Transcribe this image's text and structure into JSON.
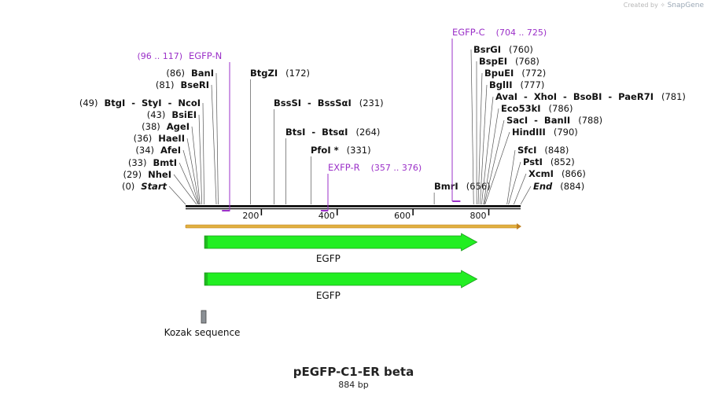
{
  "header": {
    "credit_prefix": "Created by",
    "credit_brand": "SnapGene"
  },
  "plasmid": {
    "name": "pEGFP-C1-ER beta",
    "length_label": "884 bp",
    "length_bp": 884
  },
  "ruler": {
    "ticks": [
      {
        "pos": 200,
        "label": "200"
      },
      {
        "pos": 400,
        "label": "400"
      },
      {
        "pos": 600,
        "label": "600"
      },
      {
        "pos": 800,
        "label": "800"
      }
    ]
  },
  "sites": [
    {
      "name": "Start",
      "pos": 0,
      "label_left": true,
      "italic": true
    },
    {
      "name": "NheI",
      "pos": 29,
      "label_left": true
    },
    {
      "name": "BmtI",
      "pos": 33,
      "label_left": true
    },
    {
      "name": "AfeI",
      "pos": 34,
      "label_left": true
    },
    {
      "name": "HaeII",
      "pos": 36,
      "label_left": true
    },
    {
      "name": "AgeI",
      "pos": 38,
      "label_left": true
    },
    {
      "name": "BsiEI",
      "pos": 43,
      "label_left": true
    },
    {
      "name": "BtgI  -  StyI  -  NcoI",
      "pos": 49,
      "label_left": true
    },
    {
      "name": "BseRI",
      "pos": 81,
      "label_left": true
    },
    {
      "name": "BanI",
      "pos": 86,
      "label_left": true
    },
    {
      "name": "BtgZI",
      "pos": 172,
      "label_left": false
    },
    {
      "name": "BssSI  -  BssSαI",
      "pos": 231,
      "label_left": false
    },
    {
      "name": "BtsI  -  BtsαI",
      "pos": 264,
      "label_left": false
    },
    {
      "name": "PfoI *",
      "pos": 331,
      "label_left": false
    },
    {
      "name": "BmrI",
      "pos": 656,
      "label_left": false
    },
    {
      "name": "BsrGI",
      "pos": 760,
      "label_left": false
    },
    {
      "name": "BspEI",
      "pos": 768,
      "label_left": false
    },
    {
      "name": "BpuEI",
      "pos": 772,
      "label_left": false
    },
    {
      "name": "BglII",
      "pos": 777,
      "label_left": false
    },
    {
      "name": "AvaI  -  XhoI  -  BsoBI  -  PaeR7I",
      "pos": 781,
      "label_left": false
    },
    {
      "name": "Eco53kI",
      "pos": 786,
      "label_left": false
    },
    {
      "name": "SacI  -  BanII",
      "pos": 788,
      "label_left": false
    },
    {
      "name": "HindIII",
      "pos": 790,
      "label_left": false
    },
    {
      "name": "SfcI",
      "pos": 848,
      "label_left": false
    },
    {
      "name": "PstI",
      "pos": 852,
      "label_left": false
    },
    {
      "name": "XcmI",
      "pos": 866,
      "label_left": false
    },
    {
      "name": "End",
      "pos": 884,
      "label_left": false,
      "italic": true
    }
  ],
  "primers": [
    {
      "name": "EGFP-N",
      "range": "(96 .. 117)",
      "start": 96,
      "end": 117,
      "label_left": true
    },
    {
      "name": "EXFP-R",
      "range": "(357 .. 376)",
      "start": 357,
      "end": 376,
      "label_left": false
    },
    {
      "name": "EGFP-C",
      "range": "(704 .. 725)",
      "start": 704,
      "end": 725,
      "label_left": false
    }
  ],
  "features": [
    {
      "name": "EGFP",
      "start": 50,
      "end": 769,
      "color": "#22ee22",
      "type": "arrow"
    },
    {
      "name": "EGFP",
      "start": 50,
      "end": 769,
      "color": "#22ee22",
      "type": "arrow"
    },
    {
      "name": "Kozak sequence",
      "start": 44,
      "end": 53,
      "color": "#8c9196",
      "type": "box"
    }
  ],
  "colors": {
    "primer": "#9b30c8",
    "backbone": "#000000",
    "orf": "#e0b040",
    "feature": "#22ee22"
  }
}
